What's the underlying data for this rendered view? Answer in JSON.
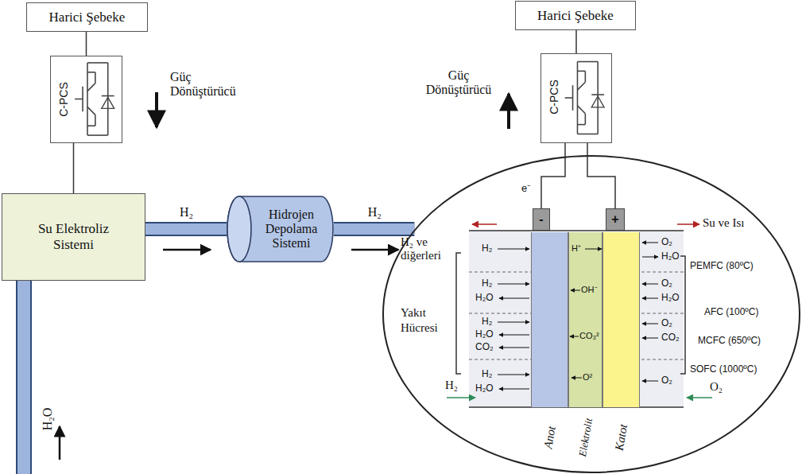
{
  "diagram": {
    "nodes": [
      {
        "text": [
          "Harici Şebeke"
        ]
      },
      {
        "text": [
          "C-PCS"
        ]
      },
      {
        "text": [
          "Su Elektroliz Sistemi"
        ]
      },
      {
        "text": [
          "Hidrojen Depolama Sistemi"
        ]
      },
      {
        "text": [
          "Harici Şebeke"
        ]
      },
      {
        "text": [
          "C-PCS"
        ]
      },
      {
        "text": [
          "Yakıt Hücresi"
        ]
      },
      {
        "text": [
          "-"
        ],
        "in": 6
      },
      {
        "text": [
          "+"
        ],
        "in": 6
      },
      {
        "text": [
          "Anot"
        ],
        "in": 6
      },
      {
        "text": [
          "Elektrolit"
        ],
        "in": 6
      },
      {
        "text": [
          "Katot"
        ],
        "in": 6
      }
    ],
    "edges": [
      {
        "from": 0,
        "to": 1,
        "arrow": "none"
      },
      {
        "from": 1,
        "to": 2,
        "arrow": "none"
      },
      {
        "from": 2,
        "to": 3,
        "label": "H₂",
        "arrow": "to"
      },
      {
        "from": 3,
        "to": 6,
        "label": "H₂",
        "arrow": "to"
      },
      {
        "from": 4,
        "to": 5,
        "arrow": "none"
      },
      {
        "from": 5,
        "to": 7,
        "arrow": "none"
      },
      {
        "from": 5,
        "to": 8,
        "arrow": "none"
      }
    ],
    "labels": [
      "Güç Dönüştürücü",
      "Güç Dönüştürücü",
      "H₂O",
      "e⁻",
      "H₂ ve diğerleri",
      "Su ve Isı",
      "H₂",
      "H⁺",
      "O₂",
      "H₂O",
      "H₂",
      "H₂O",
      "OH⁻",
      "O₂",
      "H₂O",
      "H₂",
      "H₂O",
      "CO₂",
      "CO₃²",
      "O₂",
      "CO₂",
      "H₂",
      "H₂O",
      "O²",
      "O₂",
      "PEMFC (80ºC)",
      "AFC (100ºC)",
      "MCFC (650ºC)",
      "SOFC (1000ºC)",
      "H₂",
      "O₂"
    ]
  }
}
